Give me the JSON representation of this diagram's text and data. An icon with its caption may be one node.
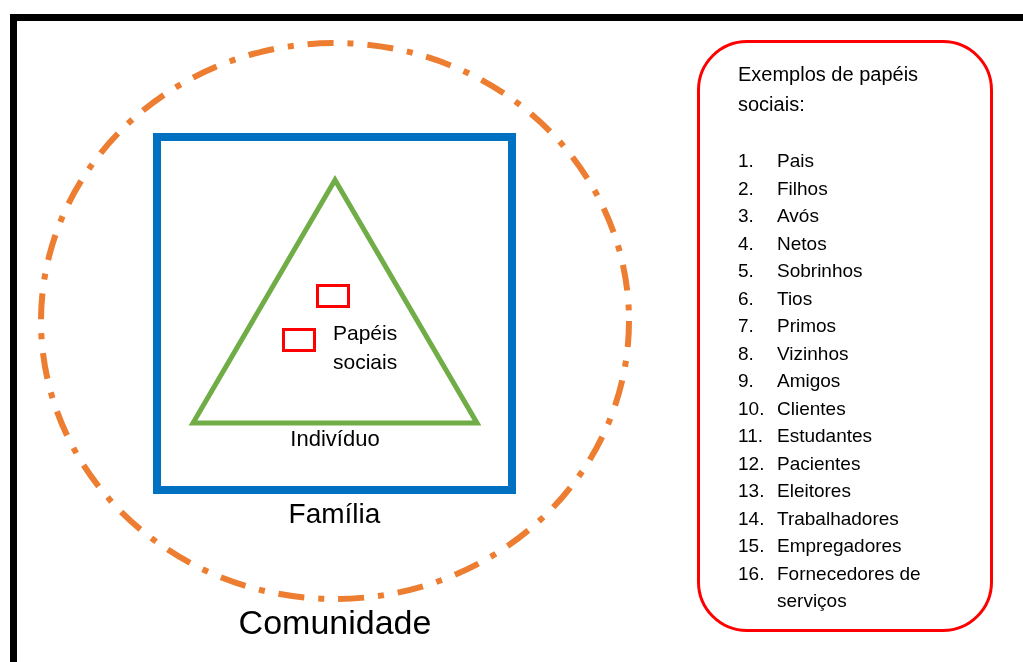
{
  "diagram": {
    "nodes": [
      {
        "text": [
          "Comunidade"
        ]
      },
      {
        "text": [
          "Família"
        ],
        "in": 0
      },
      {
        "text": [
          "Indivíduo"
        ],
        "in": 1
      },
      {
        "text": [],
        "shape": "box",
        "in": 2
      },
      {
        "text": [],
        "shape": "box",
        "in": 2,
        "beside": [
          "Papéis sociais"
        ]
      },
      {
        "text": [
          "Exemplos de papéis sociais:",
          "1. Pais",
          "2. Filhos",
          "3. Avós",
          "4. Netos",
          "5. Sobrinhos",
          "6. Tios",
          "7. Primos",
          "8. Vizinhos",
          "9. Amigos",
          "10. Clientes",
          "11. Estudantes",
          "12. Pacientes",
          "13. Eleitores",
          "14. Trabalhadores",
          "15. Empregadores",
          "16. Fornecedores de serviços"
        ]
      }
    ],
    "edges": []
  }
}
